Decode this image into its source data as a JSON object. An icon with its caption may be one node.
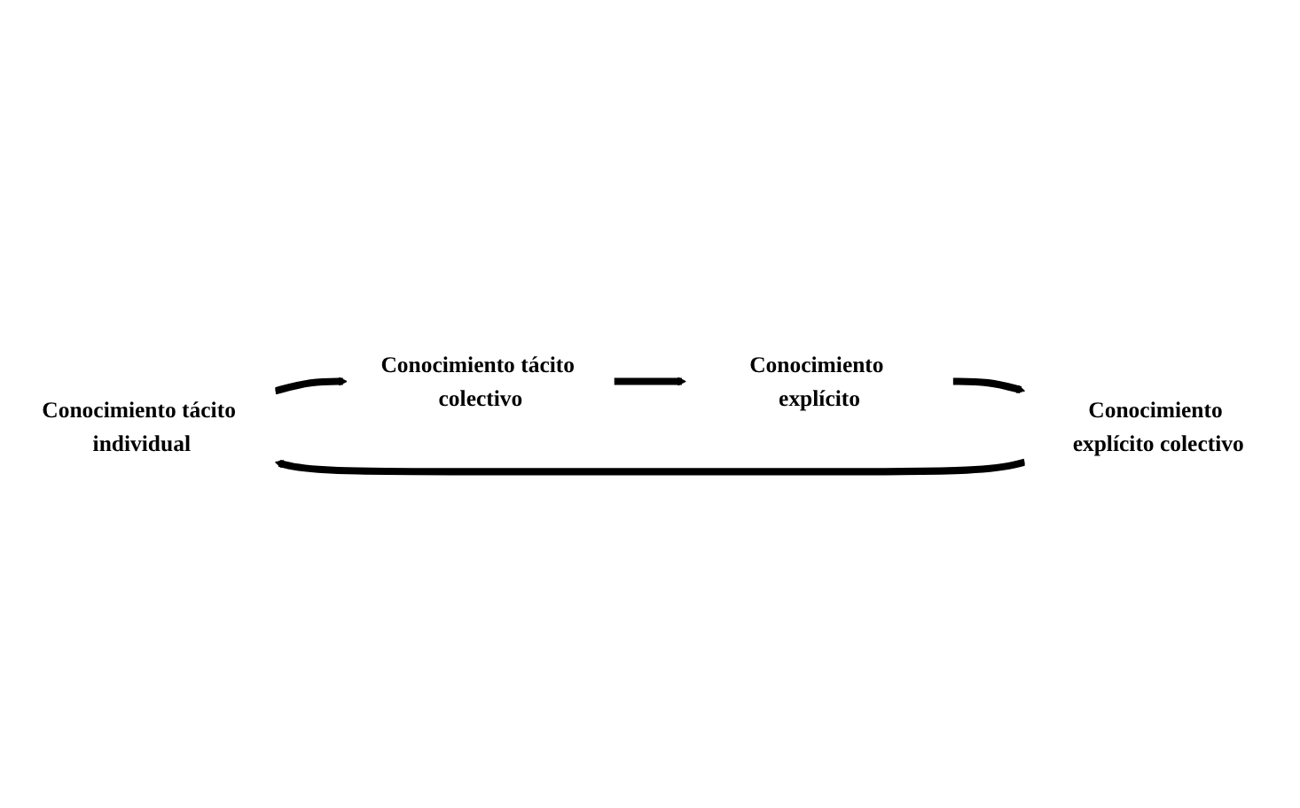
{
  "diagram": {
    "nodes": [
      {
        "text": [
          "Conocimiento tácito individual"
        ]
      },
      {
        "text": [
          "Conocimiento tácito colectivo"
        ]
      },
      {
        "text": [
          "Conocimiento explícito"
        ]
      },
      {
        "text": [
          "Conocimiento explícito colectivo"
        ]
      }
    ],
    "edges": [
      {
        "from": 0,
        "to": 1,
        "arrow": "to"
      },
      {
        "from": 1,
        "to": 2,
        "arrow": "to"
      },
      {
        "from": 2,
        "to": 3,
        "arrow": "to"
      },
      {
        "from": 3,
        "to": 0,
        "arrow": "to"
      }
    ]
  }
}
